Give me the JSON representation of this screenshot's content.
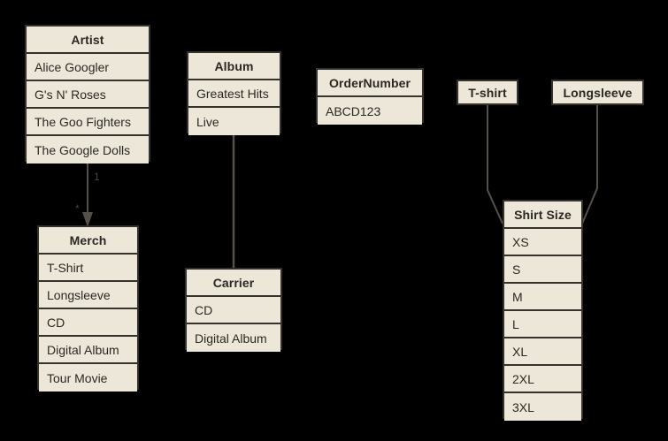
{
  "diagram": {
    "background_color": "#000000",
    "node_fill_color": "#ece7d9",
    "node_border_color": "#35322b",
    "text_color": "#2b2822",
    "edge_color": "#55514a"
  },
  "nodes": {
    "artist": {
      "title": "Artist",
      "items": [
        "Alice Googler",
        "G's N' Roses",
        "The Goo Fighters",
        "The Google Dolls"
      ]
    },
    "merch": {
      "title": "Merch",
      "items": [
        "T-Shirt",
        "Longsleeve",
        "CD",
        "Digital Album",
        "Tour Movie"
      ]
    },
    "album": {
      "title": "Album",
      "items": [
        "Greatest Hits",
        "Live"
      ]
    },
    "carrier": {
      "title": "Carrier",
      "items": [
        "CD",
        "Digital Album"
      ]
    },
    "order_number": {
      "title": "OrderNumber",
      "items": [
        "ABCD123"
      ]
    },
    "tshirt": {
      "title": "T-shirt"
    },
    "longsleeve": {
      "title": "Longsleeve"
    },
    "shirt_size": {
      "title": "Shirt Size",
      "items": [
        "XS",
        "S",
        "M",
        "L",
        "XL",
        "2XL",
        "3XL"
      ]
    }
  },
  "edges": {
    "artist_to_merch": {
      "source_label": "1",
      "target_label": "*"
    }
  }
}
